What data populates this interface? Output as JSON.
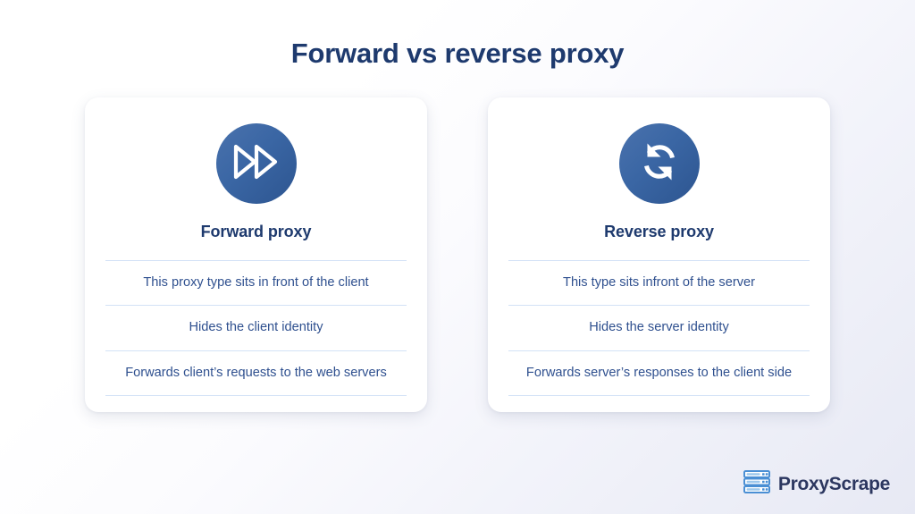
{
  "page": {
    "title": "Forward vs reverse proxy",
    "accent_color": "#1e3a6e",
    "icon_circle_color": "#3a66a4",
    "divider_color": "#d3e2f6",
    "body_text_color": "#2f508f",
    "background": "white to light lavender diagonal gradient"
  },
  "cards": [
    {
      "icon": "fast-forward-icon",
      "title": "Forward proxy",
      "features": [
        "This proxy type sits in front of the client",
        "Hides the client identity",
        "Forwards client’s requests to the web servers"
      ]
    },
    {
      "icon": "refresh-sync-arrows-icon",
      "title": "Reverse proxy",
      "features": [
        "This type sits infront of the server",
        "Hides the server identity",
        "Forwards server’s responses to the client side"
      ]
    }
  ],
  "brand": {
    "name": "ProxyScrape",
    "logo_icon": "server-rack-icon",
    "logo_color": "#4a8fd4",
    "name_color": "#2c3760"
  }
}
